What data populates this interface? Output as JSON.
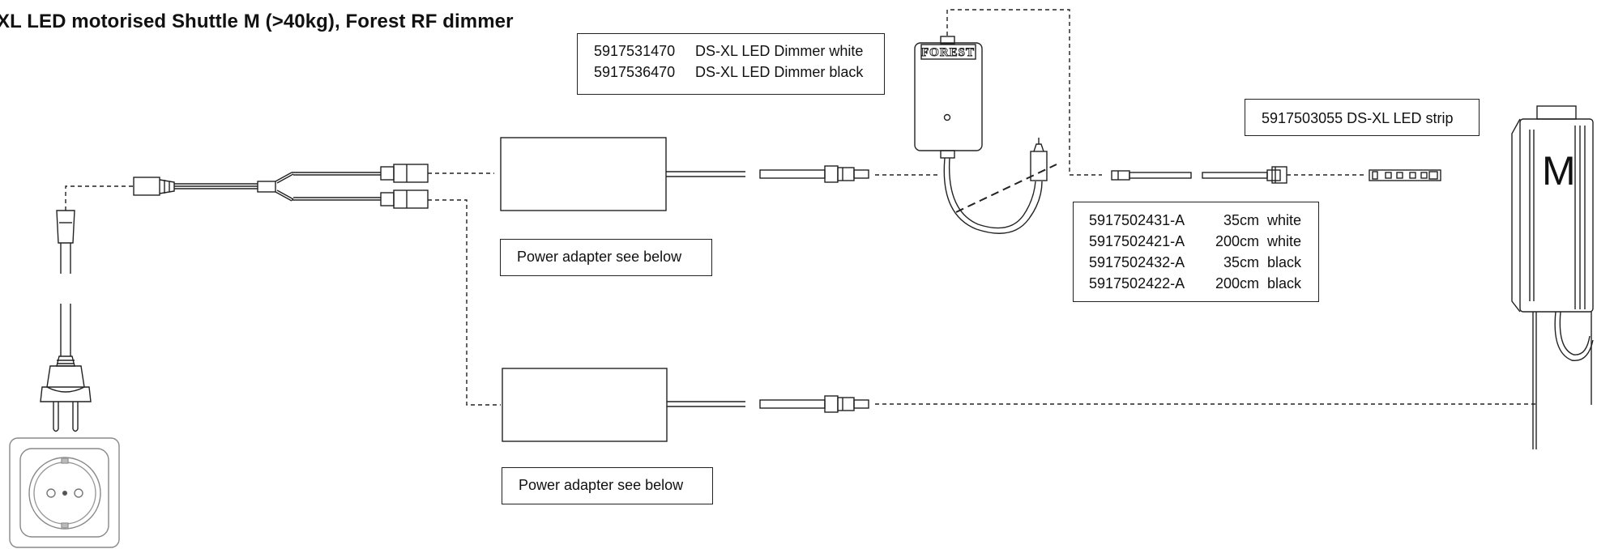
{
  "diagram": {
    "title": "XL LED motorised Shuttle M (>40kg), Forest RF dimmer",
    "dimmer_label": {
      "rows": [
        {
          "code": "5917531470",
          "desc": "DS-XL LED Dimmer white"
        },
        {
          "code": "5917536470",
          "desc": "DS-XL LED Dimmer black"
        }
      ]
    },
    "dimmer_logo": "FOREST",
    "strip_label": "5917503055 DS-XL LED strip",
    "cable_label": {
      "rows": [
        {
          "code": "5917502431-A",
          "length": "35cm",
          "color": "white"
        },
        {
          "code": "5917502421-A",
          "length": "200cm",
          "color": "white"
        },
        {
          "code": "5917502432-A",
          "length": "35cm",
          "color": "black"
        },
        {
          "code": "5917502422-A",
          "length": "200cm",
          "color": "black"
        }
      ]
    },
    "power_adapter_label_1": "Power adapter see below",
    "power_adapter_label_2": "Power adapter see below",
    "motor_label": "M"
  }
}
